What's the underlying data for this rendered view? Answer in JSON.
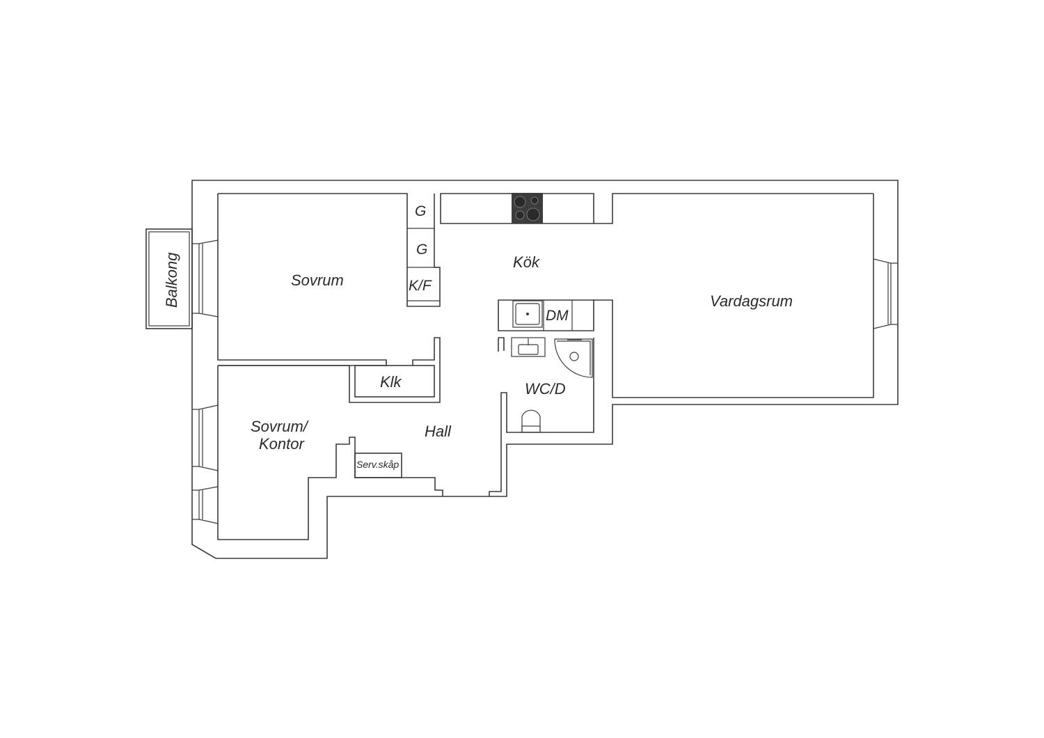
{
  "rooms": {
    "sovrum": "Sovrum",
    "kok": "Kök",
    "vardagsrum": "Vardagsrum",
    "balkong": "Balkong",
    "klk": "Klk",
    "wc_d": "WC/D",
    "sovrum_kontor_line1": "Sovrum/",
    "sovrum_kontor_line2": "Kontor",
    "hall": "Hall",
    "serv_skap": "Serv.skåp"
  },
  "appliances": {
    "g1": "G",
    "g2": "G",
    "kf": "K/F",
    "dm": "DM"
  },
  "colors": {
    "wall": "#3a3a3a",
    "stove": "#3c3c3c",
    "background": "#ffffff"
  }
}
